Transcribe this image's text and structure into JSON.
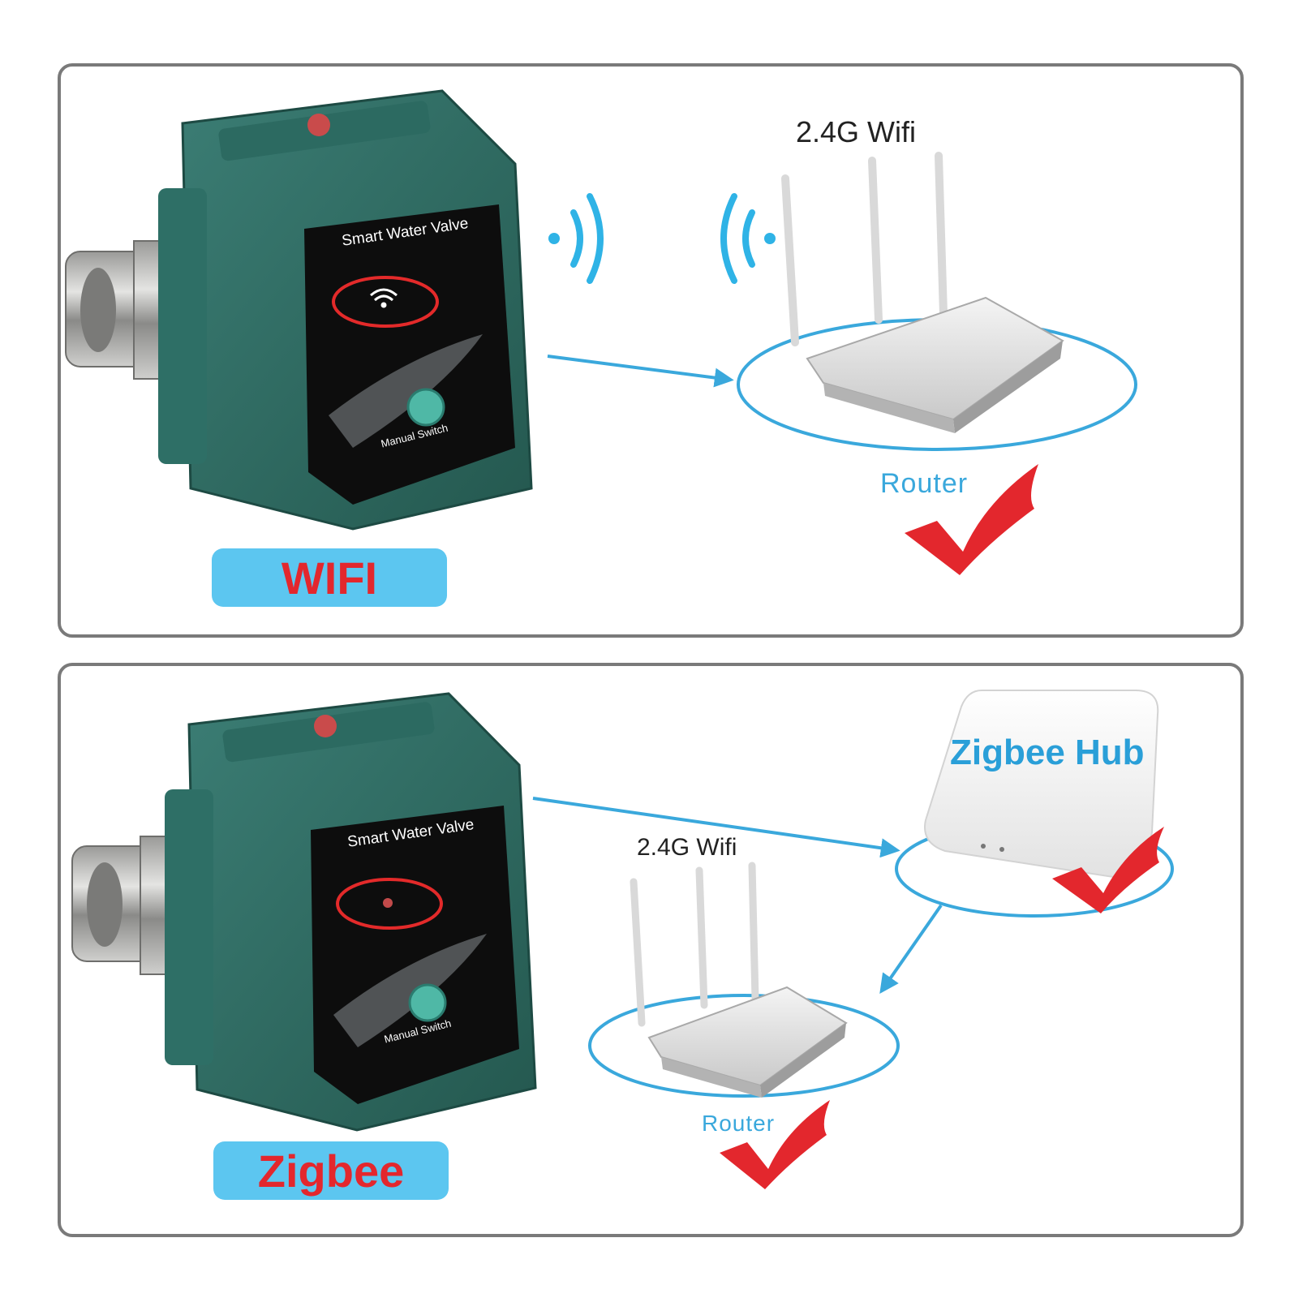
{
  "panels": [
    {
      "id": "wifi",
      "badge": "WIFI",
      "device_face_text": "Smart Water Valve",
      "device_button_text": "Manual   Switch",
      "network_label": "2.4G Wifi",
      "router_label": "Router"
    },
    {
      "id": "zigbee",
      "badge": "Zigbee",
      "device_face_text": "Smart Water Valve",
      "device_button_text": "Manual   Switch",
      "network_label": "2.4G Wifi",
      "hub_label": "Zigbee Hub",
      "router_label": "Router"
    }
  ],
  "colors": {
    "accent_blue": "#3aa8dc",
    "badge_bg": "#5cc6f0",
    "badge_text": "#e3272d",
    "check_red": "#e3272d",
    "device_green": "#2f6e66",
    "panel_border": "#7a7a7a"
  },
  "icons": {
    "signal": "wifi-waves-icon",
    "check": "red-checkmark-icon",
    "arrow": "blue-arrow-icon"
  }
}
